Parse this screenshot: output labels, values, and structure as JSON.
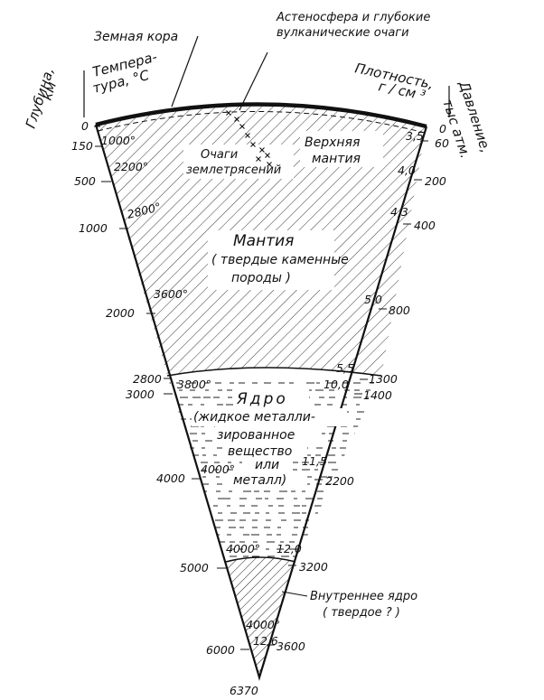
{
  "labels": {
    "crust": "Земная кора",
    "astheno_line1": "Астеносфера и глубокие",
    "astheno_line2": "вулканические очаги",
    "depth_header": "Глубина,",
    "depth_unit": "км",
    "temp_header1": "Темпера-",
    "temp_header2": "тура, °С",
    "density_header": "Плотность,",
    "density_unit": "г / см ³",
    "pressure_header": "Давление,",
    "pressure_unit": "тыс атм.",
    "upper_mantle1": "Верхняя",
    "upper_mantle2": "мантия",
    "quake1": "Очаги",
    "quake2": "землетрясений",
    "mantle1": "Мантия",
    "mantle2": "( твердые каменные",
    "mantle3": "породы )",
    "core1": "Ядро",
    "core2": "(жидкое металли-",
    "core3": "зированное",
    "core4": "вещество",
    "core5": "или",
    "core6": "металл)",
    "inner1": "Внутреннее ядро",
    "inner2": "( твердое ? )"
  },
  "depth_ticks": [
    "0",
    "150",
    "500",
    "1000",
    "2000",
    "2800",
    "3000",
    "4000",
    "5000",
    "6000",
    "6370"
  ],
  "temperatures": [
    "1000°",
    "2200°",
    "2800°",
    "3600°",
    "3800°",
    "4000°",
    "4000°",
    "4000°"
  ],
  "densities": [
    "3,5",
    "4,0",
    "4,3",
    "5,0",
    "5,5",
    "10,0",
    "11,5",
    "12,0",
    "12,6"
  ],
  "pressure_ticks": [
    "0",
    "60",
    "200",
    "400",
    "800",
    "1300",
    "1400",
    "2200",
    "3200",
    "3600"
  ]
}
